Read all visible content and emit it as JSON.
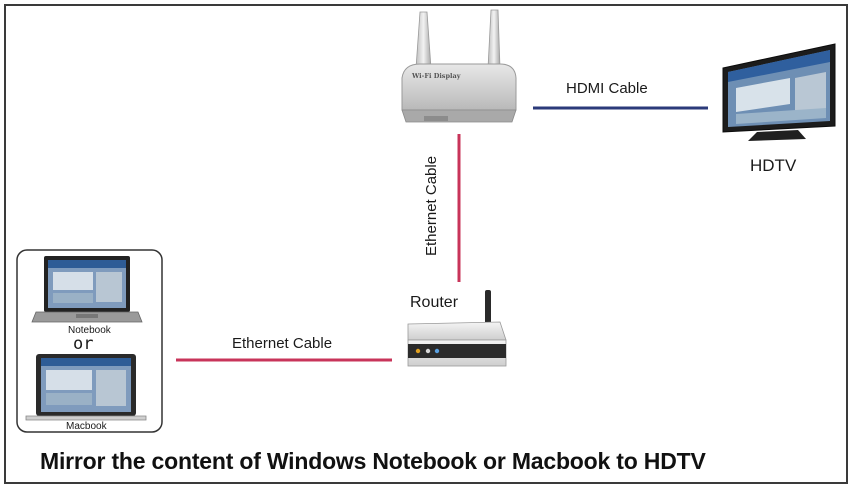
{
  "labels": {
    "hdmi_cable": "HDMI Cable",
    "ethernet_cable_vertical": "Ethernet Cable",
    "ethernet_cable_horizontal": "Ethernet Cable",
    "hdtv": "HDTV",
    "router": "Router",
    "notebook": "Notebook",
    "or": "or",
    "macbook": "Macbook",
    "wifi_display": "Wi-Fi Display"
  },
  "caption": "Mirror the content of Windows Notebook or Macbook to HDTV",
  "colors": {
    "hdmi_line": "#2b3a7a",
    "ethernet_line": "#c8345a",
    "frame": "#3a3a3a"
  },
  "icons": [
    "wifi-display-device-icon",
    "hdtv-icon",
    "router-icon",
    "notebook-icon",
    "macbook-icon"
  ]
}
